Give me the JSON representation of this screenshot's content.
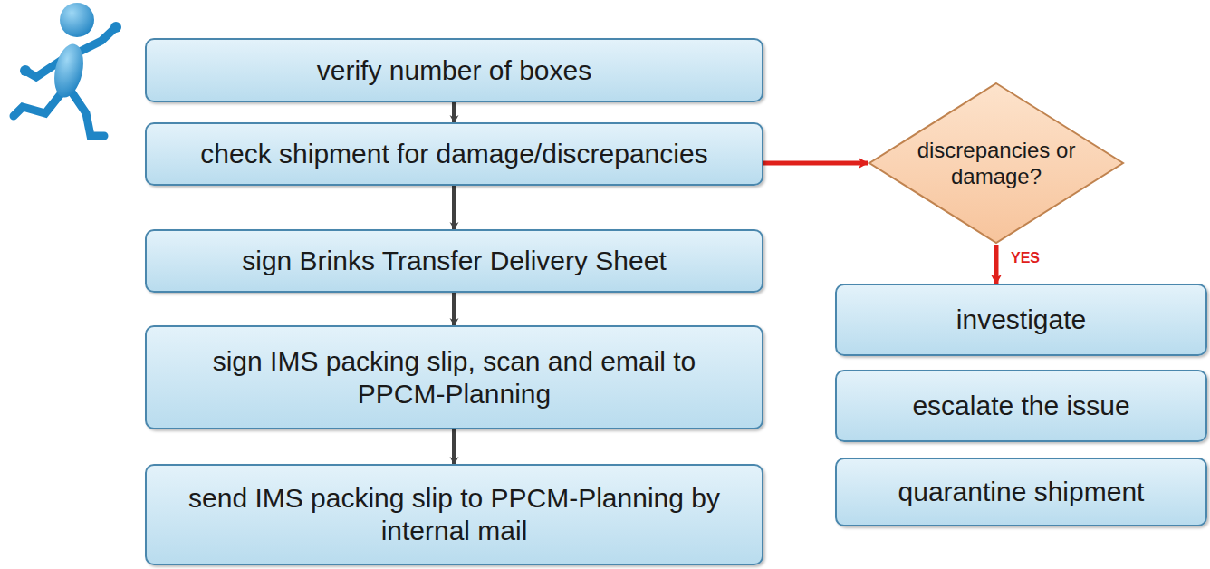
{
  "diagram": {
    "nodes": [
      {
        "text": [
          "verify number of boxes"
        ]
      },
      {
        "text": [
          "check shipment for damage/discrepancies"
        ]
      },
      {
        "text": [
          "sign Brinks Transfer Delivery Sheet"
        ]
      },
      {
        "text": [
          "sign IMS packing slip, scan and email to PPCM-Planning"
        ]
      },
      {
        "text": [
          "send IMS packing slip to PPCM-Planning by internal mail"
        ]
      },
      {
        "text": [
          "discrepancies or damage?"
        ]
      },
      {
        "text": [
          "investigate"
        ]
      },
      {
        "text": [
          "escalate the issue"
        ]
      },
      {
        "text": [
          "quarantine shipment"
        ]
      }
    ],
    "edges": [
      {
        "from": 0,
        "to": 1,
        "arrow": "to"
      },
      {
        "from": 1,
        "to": 2,
        "arrow": "to"
      },
      {
        "from": 2,
        "to": 3,
        "arrow": "to"
      },
      {
        "from": 3,
        "to": 4,
        "arrow": "to"
      },
      {
        "from": 1,
        "to": 5,
        "arrow": "to"
      },
      {
        "from": 5,
        "to": 6,
        "label": "YES",
        "arrow": "to"
      }
    ]
  }
}
